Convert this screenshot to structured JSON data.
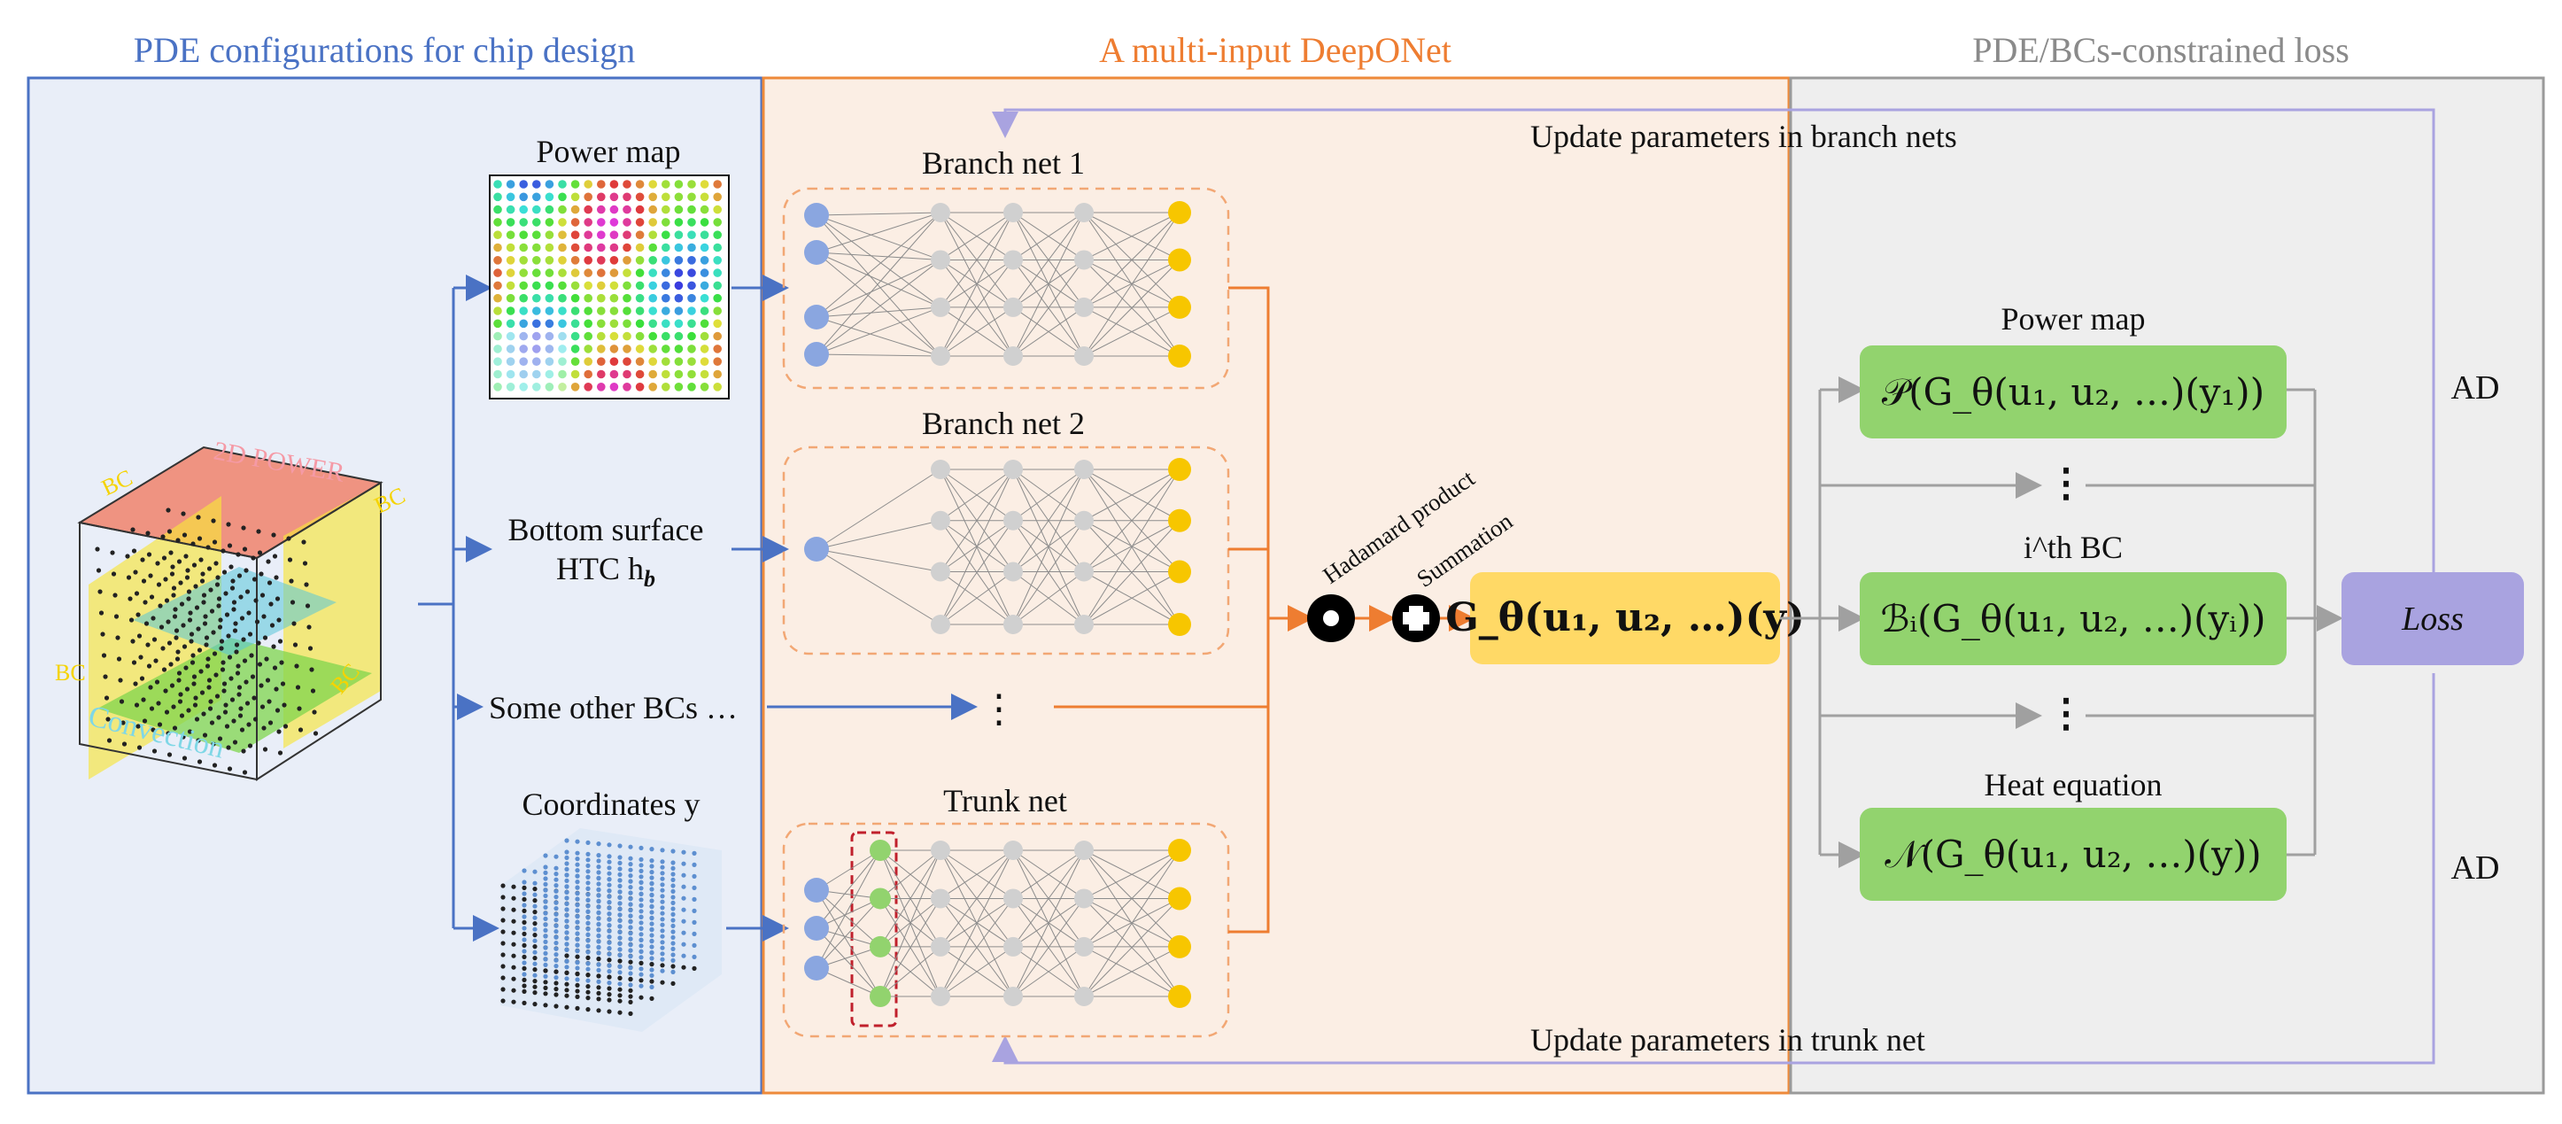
{
  "sections": {
    "pde_title": "PDE configurations for chip design",
    "deeponet_title": "A multi-input DeepONet",
    "loss_title": "PDE/BCs-constrained loss"
  },
  "inputs": {
    "power_map": "Power map",
    "bottom_surface_line1": "Bottom surface",
    "bottom_surface_line2": "HTC h",
    "bottom_surface_sub": "b",
    "other_bcs": "Some other BCs …",
    "coordinates": "Coordinates y"
  },
  "chip_labels": {
    "power": "2D POWER",
    "bc_top_left": "BC",
    "bc_top_right": "BC",
    "bc_left": "BC",
    "bc_right": "BC",
    "convection": "Convection"
  },
  "nets": {
    "branch1": "Branch net 1",
    "branch2": "Branch net 2",
    "trunk": "Trunk net",
    "dots": "⋮"
  },
  "operations": {
    "hadamard": "Hadamard product",
    "summation": "Summation",
    "output": "G_θ(u₁, u₂, …)(y)"
  },
  "updates": {
    "branch": "Update parameters in branch nets",
    "trunk": "Update parameters in trunk net"
  },
  "loss_terms": {
    "power_map_title": "Power map",
    "power_map_expr": "𝒫(G_θ(u₁, u₂, …)(y₁))",
    "bc_title": "i^th BC",
    "bc_expr": "ℬᵢ(G_θ(u₁, u₂, …)(yᵢ))",
    "heat_title": "Heat equation",
    "heat_expr": "𝒩(G_θ(u₁, u₂, …)(y))",
    "dots": "⋮",
    "loss": "Loss",
    "ad_top": "AD",
    "ad_bottom": "AD"
  },
  "colors": {
    "pde_panel": "#e9eef8",
    "pde_border": "#4a72c4",
    "deeponet_panel": "#fbeee4",
    "deeponet_border": "#ee8a3a",
    "loss_panel": "#eeeeee",
    "loss_border": "#9a9a9a",
    "green_box": "#92d36e",
    "yellow_box": "#ffd966",
    "loss_box": "#a9a3e0",
    "arrow_blue": "#4a72c4",
    "arrow_orange": "#ee7d31",
    "arrow_gray": "#a0a0a0",
    "update_line": "#a9a3e0",
    "node_blue": "#8aa6e0",
    "node_gray": "#d0d0d0",
    "node_yellow": "#f7c600",
    "node_green": "#92d36e"
  }
}
